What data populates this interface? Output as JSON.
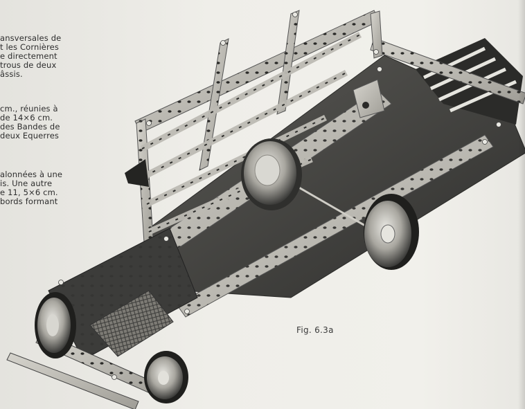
{
  "text_blocks": [
    {
      "lines": [
        "ansversales de",
        "t les Cornières",
        "e directement",
        "trous de deux",
        "âssis."
      ]
    },
    {
      "lines": [
        "cm., réunies à",
        "de 14×6 cm.",
        "des Bandes de",
        "deux Equerres"
      ]
    },
    {
      "lines": [
        "alonnées à une",
        "is.  Une autre",
        "e 11, 5×6 cm.",
        "bords formant"
      ]
    }
  ],
  "figure": {
    "caption": "Fig. 6.3a"
  },
  "colors": {
    "paper": "#ecebe6",
    "metal": "#b9b7b0",
    "metal_dark": "#3a3a38",
    "plate": "#4a4a47"
  }
}
